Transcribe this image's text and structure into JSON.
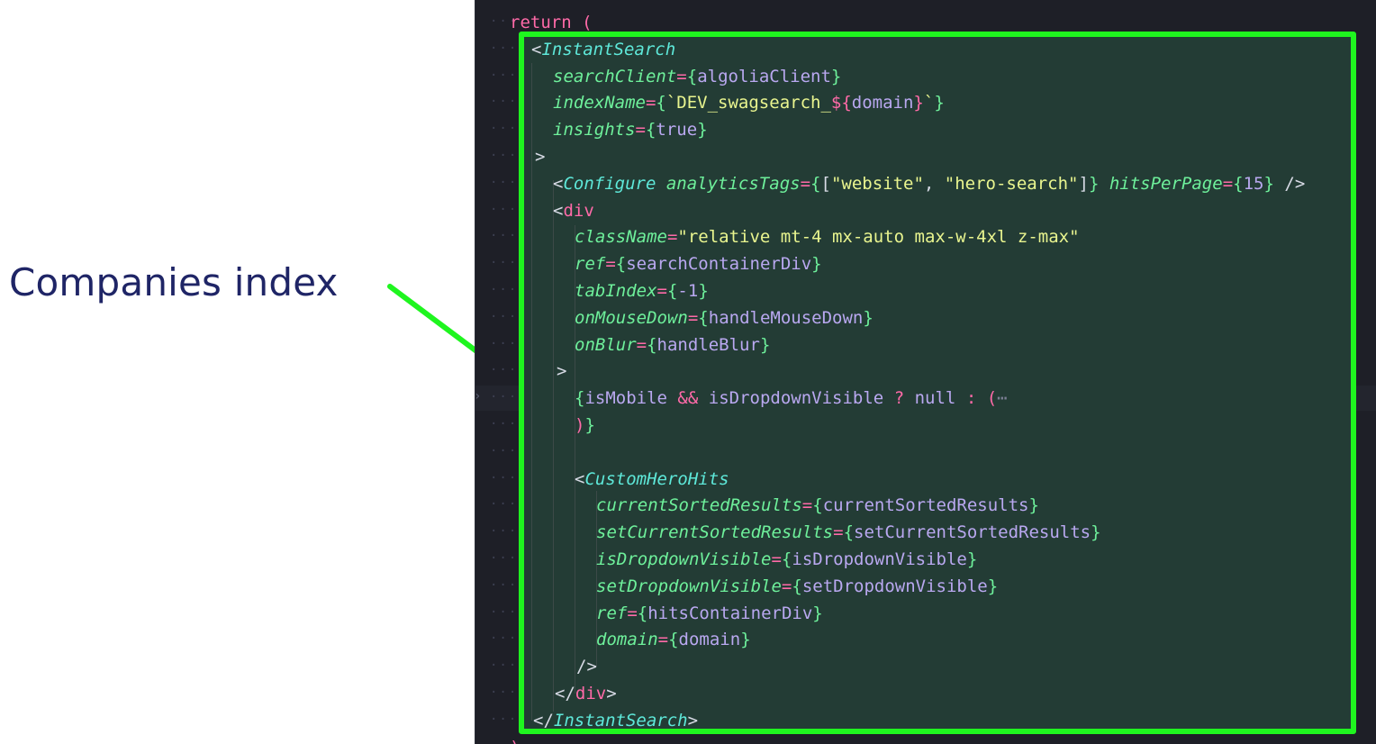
{
  "annotation": {
    "label": "Companies index",
    "highlight_color": "#1ff51f",
    "text_color": "#1f2566"
  },
  "editor": {
    "background": "#1e1f27",
    "lines": [
      {
        "id": "l0",
        "tokens": [
          [
            "kw",
            "return"
          ],
          [
            "punc",
            " "
          ],
          [
            "tagp",
            "("
          ]
        ]
      },
      {
        "id": "l1",
        "tokens": [
          [
            "punc",
            "<"
          ],
          [
            "tag",
            "InstantSearch"
          ]
        ]
      },
      {
        "id": "l2",
        "tokens": [
          [
            "attr",
            "searchClient"
          ],
          [
            "op",
            "="
          ],
          [
            "brace",
            "{"
          ],
          [
            "ident",
            "algoliaClient"
          ],
          [
            "brace",
            "}"
          ]
        ]
      },
      {
        "id": "l3",
        "tokens": [
          [
            "attr",
            "indexName"
          ],
          [
            "op",
            "="
          ],
          [
            "brace",
            "{"
          ],
          [
            "str",
            "`DEV_swagsearch_"
          ],
          [
            "op",
            "${"
          ],
          [
            "ident",
            "domain"
          ],
          [
            "op",
            "}"
          ],
          [
            "str",
            "`"
          ],
          [
            "brace",
            "}"
          ]
        ]
      },
      {
        "id": "l4",
        "tokens": [
          [
            "attr",
            "insights"
          ],
          [
            "op",
            "="
          ],
          [
            "brace",
            "{"
          ],
          [
            "ident",
            "true"
          ],
          [
            "brace",
            "}"
          ]
        ]
      },
      {
        "id": "l5",
        "tokens": [
          [
            "punc",
            ">"
          ]
        ]
      },
      {
        "id": "l6",
        "tokens": [
          [
            "punc",
            "<"
          ],
          [
            "tag",
            "Configure"
          ],
          [
            "punc",
            " "
          ],
          [
            "attr",
            "analyticsTags"
          ],
          [
            "op",
            "="
          ],
          [
            "brace",
            "{"
          ],
          [
            "punc",
            "["
          ],
          [
            "str",
            "\"website\""
          ],
          [
            "punc",
            ", "
          ],
          [
            "str",
            "\"hero-search\""
          ],
          [
            "punc",
            "]"
          ],
          [
            "brace",
            "}"
          ],
          [
            "punc",
            " "
          ],
          [
            "attr",
            "hitsPerPage"
          ],
          [
            "op",
            "="
          ],
          [
            "brace",
            "{"
          ],
          [
            "num",
            "15"
          ],
          [
            "brace",
            "}"
          ],
          [
            "punc",
            " />"
          ]
        ]
      },
      {
        "id": "l7",
        "tokens": [
          [
            "punc",
            "<"
          ],
          [
            "tagp",
            "div"
          ]
        ]
      },
      {
        "id": "l8",
        "tokens": [
          [
            "attr",
            "className"
          ],
          [
            "op",
            "="
          ],
          [
            "str",
            "\"relative mt-4 mx-auto max-w-4xl z-max\""
          ]
        ]
      },
      {
        "id": "l9",
        "tokens": [
          [
            "attr",
            "ref"
          ],
          [
            "op",
            "="
          ],
          [
            "brace",
            "{"
          ],
          [
            "ident",
            "searchContainerDiv"
          ],
          [
            "brace",
            "}"
          ]
        ]
      },
      {
        "id": "l10",
        "tokens": [
          [
            "attr",
            "tabIndex"
          ],
          [
            "op",
            "="
          ],
          [
            "brace",
            "{"
          ],
          [
            "num",
            "-1"
          ],
          [
            "brace",
            "}"
          ]
        ]
      },
      {
        "id": "l11",
        "tokens": [
          [
            "attr",
            "onMouseDown"
          ],
          [
            "op",
            "="
          ],
          [
            "brace",
            "{"
          ],
          [
            "ident",
            "handleMouseDown"
          ],
          [
            "brace",
            "}"
          ]
        ]
      },
      {
        "id": "l12",
        "tokens": [
          [
            "attr",
            "onBlur"
          ],
          [
            "op",
            "="
          ],
          [
            "brace",
            "{"
          ],
          [
            "ident",
            "handleBlur"
          ],
          [
            "brace",
            "}"
          ]
        ]
      },
      {
        "id": "l13",
        "tokens": [
          [
            "punc",
            ">"
          ]
        ]
      },
      {
        "id": "l14",
        "tokens": [
          [
            "brace",
            "{"
          ],
          [
            "ident",
            "isMobile"
          ],
          [
            "punc",
            " "
          ],
          [
            "op",
            "&&"
          ],
          [
            "punc",
            " "
          ],
          [
            "ident",
            "isDropdownVisible"
          ],
          [
            "punc",
            " "
          ],
          [
            "op",
            "?"
          ],
          [
            "punc",
            " "
          ],
          [
            "ident",
            "null"
          ],
          [
            "punc",
            " "
          ],
          [
            "op",
            ":"
          ],
          [
            "punc",
            " "
          ],
          [
            "tagp",
            "("
          ],
          [
            "dim",
            "⋯"
          ]
        ]
      },
      {
        "id": "l15",
        "tokens": [
          [
            "tagp",
            ")"
          ],
          [
            "brace",
            "}"
          ]
        ]
      },
      {
        "id": "l16",
        "tokens": []
      },
      {
        "id": "l17",
        "tokens": [
          [
            "punc",
            "<"
          ],
          [
            "tag",
            "CustomHeroHits"
          ]
        ]
      },
      {
        "id": "l18",
        "tokens": [
          [
            "attr",
            "currentSortedResults"
          ],
          [
            "op",
            "="
          ],
          [
            "brace",
            "{"
          ],
          [
            "ident",
            "currentSortedResults"
          ],
          [
            "brace",
            "}"
          ]
        ]
      },
      {
        "id": "l19",
        "tokens": [
          [
            "attr",
            "setCurrentSortedResults"
          ],
          [
            "op",
            "="
          ],
          [
            "brace",
            "{"
          ],
          [
            "ident",
            "setCurrentSortedResults"
          ],
          [
            "brace",
            "}"
          ]
        ]
      },
      {
        "id": "l20",
        "tokens": [
          [
            "attr",
            "isDropdownVisible"
          ],
          [
            "op",
            "="
          ],
          [
            "brace",
            "{"
          ],
          [
            "ident",
            "isDropdownVisible"
          ],
          [
            "brace",
            "}"
          ]
        ]
      },
      {
        "id": "l21",
        "tokens": [
          [
            "attr",
            "setDropdownVisible"
          ],
          [
            "op",
            "="
          ],
          [
            "brace",
            "{"
          ],
          [
            "ident",
            "setDropdownVisible"
          ],
          [
            "brace",
            "}"
          ]
        ]
      },
      {
        "id": "l22",
        "tokens": [
          [
            "attr",
            "ref"
          ],
          [
            "op",
            "="
          ],
          [
            "brace",
            "{"
          ],
          [
            "ident",
            "hitsContainerDiv"
          ],
          [
            "brace",
            "}"
          ]
        ]
      },
      {
        "id": "l23",
        "tokens": [
          [
            "attr",
            "domain"
          ],
          [
            "op",
            "="
          ],
          [
            "brace",
            "{"
          ],
          [
            "ident",
            "domain"
          ],
          [
            "brace",
            "}"
          ]
        ]
      },
      {
        "id": "l24",
        "tokens": [
          [
            "punc",
            "/>"
          ]
        ]
      },
      {
        "id": "l25",
        "tokens": [
          [
            "punc",
            "</"
          ],
          [
            "tagp",
            "div"
          ],
          [
            "punc",
            ">"
          ]
        ]
      },
      {
        "id": "l26",
        "tokens": [
          [
            "punc",
            "</"
          ],
          [
            "tag",
            "InstantSearch"
          ],
          [
            "punc",
            ">"
          ]
        ]
      },
      {
        "id": "l27",
        "tokens": [
          [
            "tagp",
            ")"
          ]
        ]
      }
    ]
  }
}
